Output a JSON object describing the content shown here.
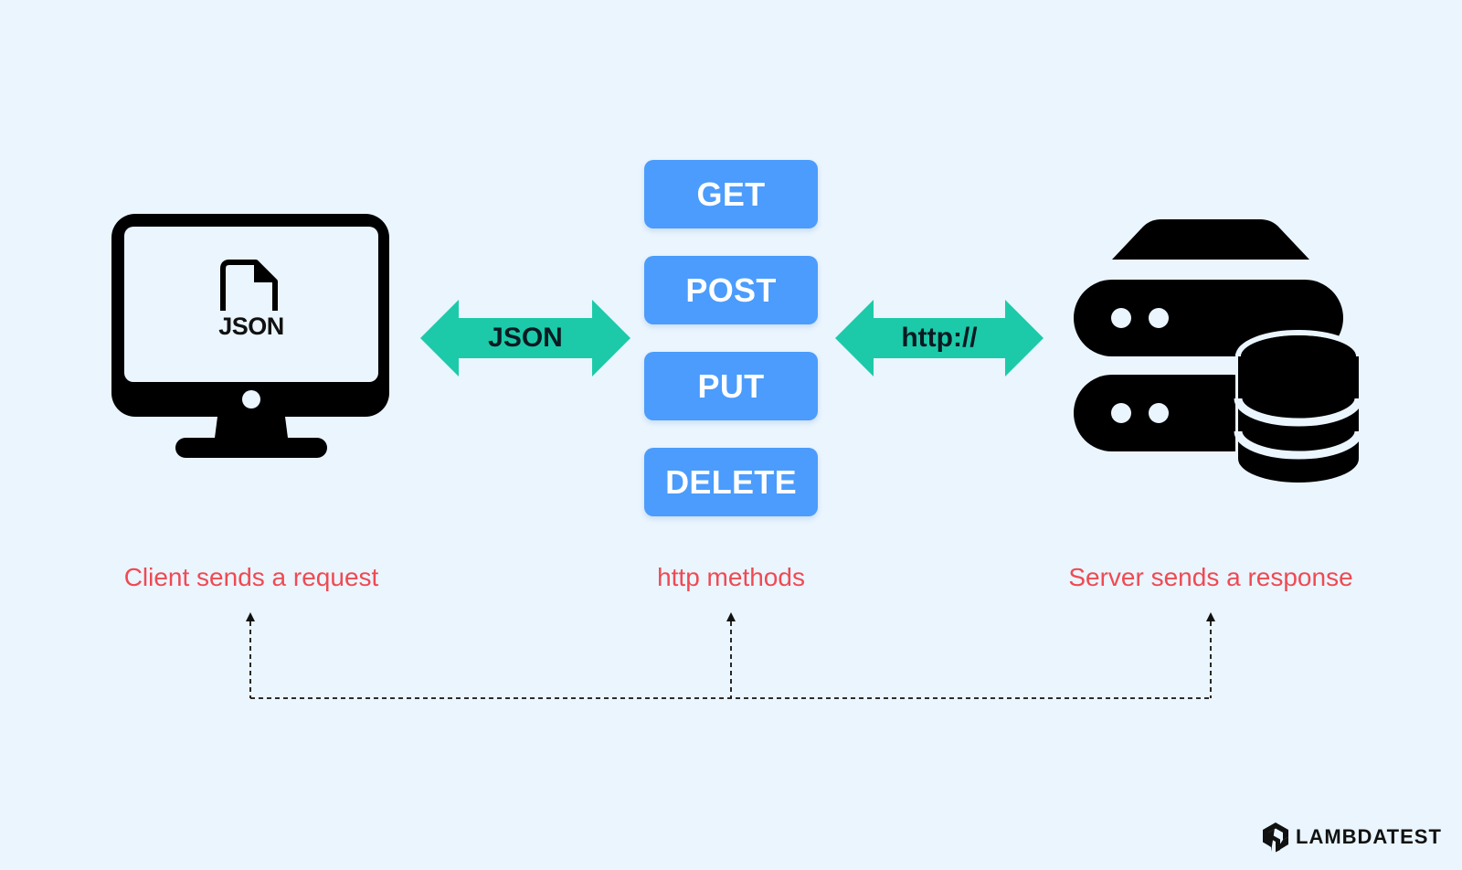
{
  "client": {
    "screen_file_label": "JSON",
    "caption": "Client sends a request"
  },
  "arrows": {
    "left_label": "JSON",
    "right_label": "http://",
    "color": "#1ccaa9"
  },
  "methods": {
    "caption": "http methods",
    "items": [
      "GET",
      "POST",
      "PUT",
      "DELETE"
    ],
    "color": "#4b9cfc"
  },
  "server": {
    "caption": "Server sends a response"
  },
  "brand": {
    "name": "LAMBDATEST"
  },
  "colors": {
    "background": "#eaf5fe",
    "caption": "#ef4a53",
    "icon": "#000000"
  }
}
